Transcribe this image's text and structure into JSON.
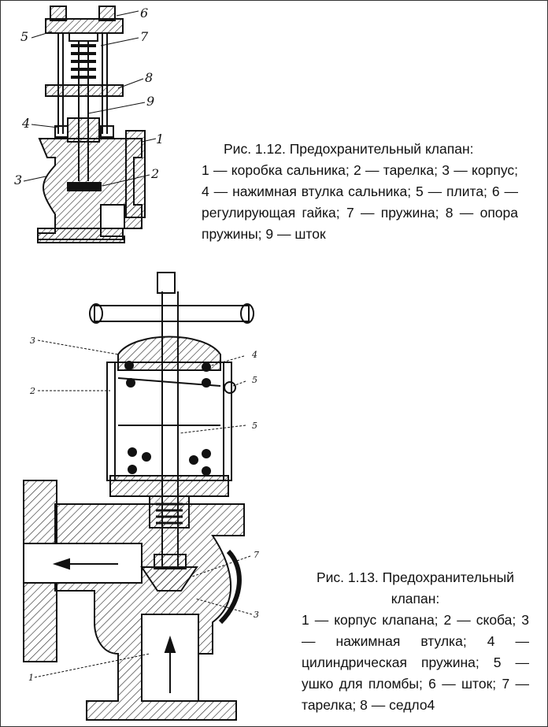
{
  "figure1": {
    "caption_title": "Рис. 1.12. Предохранительный клапан:",
    "caption_text": "1 — коробка сальника; 2 — тарелка; 3 — корпус; 4 — нажимная втулка сальника; 5 — плита; 6 — регулирующая гайка; 7 — пружина; 8 — опора пружины; 9 — шток",
    "labels": [
      "1",
      "2",
      "3",
      "4",
      "5",
      "6",
      "7",
      "8",
      "9"
    ]
  },
  "figure2": {
    "caption_title": "Рис. 1.13. Предохранительный клапан:",
    "caption_text": "1 — корпус клапана; 2 — скоба; 3 — нажимная втулка; 4 — цилиндрическая пружина; 5 — ушко для пломбы; 6 — шток; 7 — тарелка; 8 — седло4",
    "labels": [
      "3",
      "2",
      "4",
      "5",
      "5",
      "7",
      "3",
      "1"
    ]
  },
  "colors": {
    "ink": "#111111",
    "hatch": "#222222",
    "background": "#ffffff"
  }
}
